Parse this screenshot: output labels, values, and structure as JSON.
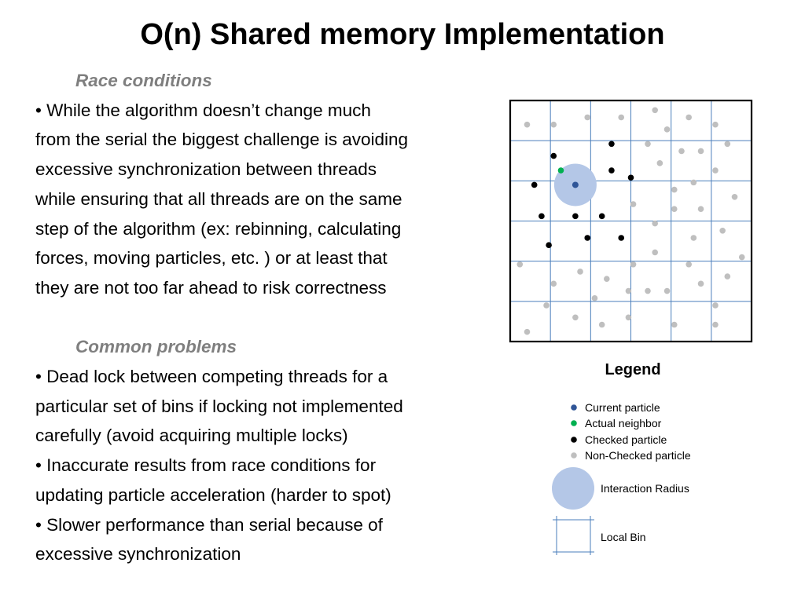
{
  "title": "O(n) Shared memory Implementation",
  "race_conditions": {
    "heading": "Race conditions",
    "lines": [
      "• While the algorithm doesn’t change much",
      "from the serial the biggest challenge is avoiding",
      "excessive synchronization between threads",
      "while ensuring that all threads are on the same",
      "step of the algorithm (ex: rebinning, calculating",
      "forces, moving particles, etc. ) or at least that",
      "they are not too far ahead to risk correctness"
    ]
  },
  "common_problems": {
    "heading": "Common problems",
    "lines": [
      "• Dead lock between competing threads for a",
      "particular set of bins if locking not implemented",
      "carefully (avoid acquiring multiple locks)",
      "• Inaccurate results from race conditions for",
      "updating particle acceleration (harder to spot)",
      "• Slower performance than serial because of",
      "excessive synchronization"
    ]
  },
  "colors": {
    "current": "#2f5597",
    "neighbor": "#00b050",
    "checked": "#000000",
    "unchecked": "#bfbfbf",
    "radius": "#b4c7e7",
    "grid_line": "#4a7ebb"
  },
  "diagram": {
    "grid_cells": 6,
    "current_particle": [
      0.27,
      0.35
    ],
    "actual_neighbors": [
      [
        0.21,
        0.29
      ]
    ],
    "checked_particles": [
      [
        0.18,
        0.23
      ],
      [
        0.42,
        0.18
      ],
      [
        0.42,
        0.29
      ],
      [
        0.5,
        0.32
      ],
      [
        0.1,
        0.35
      ],
      [
        0.13,
        0.48
      ],
      [
        0.27,
        0.48
      ],
      [
        0.38,
        0.48
      ],
      [
        0.32,
        0.57
      ],
      [
        0.46,
        0.57
      ],
      [
        0.16,
        0.6
      ]
    ],
    "unchecked_particles": [
      [
        0.07,
        0.1
      ],
      [
        0.18,
        0.1
      ],
      [
        0.32,
        0.07
      ],
      [
        0.46,
        0.07
      ],
      [
        0.6,
        0.04
      ],
      [
        0.65,
        0.12
      ],
      [
        0.74,
        0.07
      ],
      [
        0.85,
        0.1
      ],
      [
        0.57,
        0.18
      ],
      [
        0.71,
        0.21
      ],
      [
        0.79,
        0.21
      ],
      [
        0.9,
        0.18
      ],
      [
        0.62,
        0.26
      ],
      [
        0.85,
        0.29
      ],
      [
        0.68,
        0.37
      ],
      [
        0.76,
        0.34
      ],
      [
        0.93,
        0.4
      ],
      [
        0.51,
        0.43
      ],
      [
        0.68,
        0.45
      ],
      [
        0.79,
        0.45
      ],
      [
        0.6,
        0.51
      ],
      [
        0.88,
        0.54
      ],
      [
        0.76,
        0.57
      ],
      [
        0.6,
        0.63
      ],
      [
        0.96,
        0.65
      ],
      [
        0.04,
        0.68
      ],
      [
        0.29,
        0.71
      ],
      [
        0.51,
        0.68
      ],
      [
        0.74,
        0.68
      ],
      [
        0.18,
        0.76
      ],
      [
        0.4,
        0.74
      ],
      [
        0.57,
        0.79
      ],
      [
        0.65,
        0.79
      ],
      [
        0.79,
        0.76
      ],
      [
        0.9,
        0.73
      ],
      [
        0.49,
        0.79
      ],
      [
        0.35,
        0.82
      ],
      [
        0.15,
        0.85
      ],
      [
        0.85,
        0.85
      ],
      [
        0.27,
        0.9
      ],
      [
        0.38,
        0.93
      ],
      [
        0.49,
        0.9
      ],
      [
        0.68,
        0.93
      ],
      [
        0.85,
        0.93
      ],
      [
        0.07,
        0.96
      ]
    ]
  },
  "legend": {
    "title": "Legend",
    "current": "Current particle",
    "neighbor": "Actual neighbor",
    "checked": "Checked particle",
    "unchecked": "Non-Checked particle",
    "radius": "Interaction Radius",
    "bin": "Local Bin"
  }
}
